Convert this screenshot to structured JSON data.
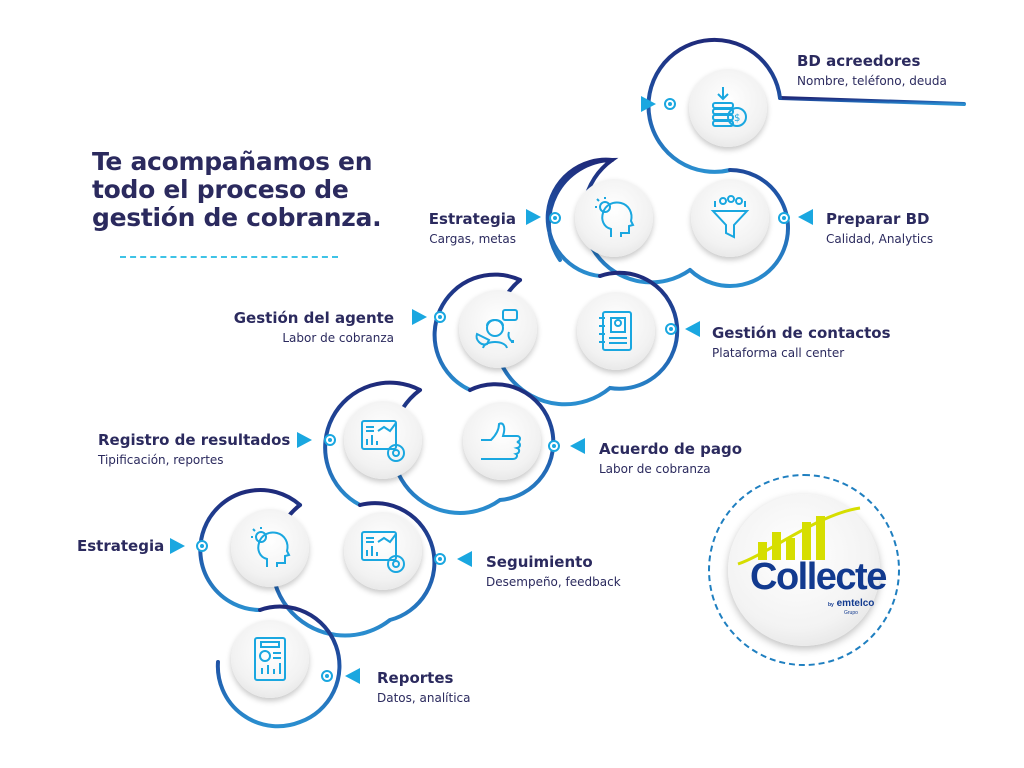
{
  "headline": {
    "line1": "Te acompañamos en",
    "line2": "todo el proceso de",
    "line3": "gestión de cobranza."
  },
  "steps": [
    {
      "id": "bd-acreedores",
      "title": "BD acreedores",
      "subtitle": "Nombre, teléfono, deuda",
      "icon": "database-dollar-icon"
    },
    {
      "id": "preparar-bd",
      "title": "Preparar BD",
      "subtitle": "Calidad, Analytics",
      "icon": "funnel-icon"
    },
    {
      "id": "estrategia-1",
      "title": "Estrategia",
      "subtitle": "Cargas, metas",
      "icon": "head-lightbulb-icon"
    },
    {
      "id": "gestion-agente",
      "title": "Gestión del agente",
      "subtitle": "Labor de cobranza",
      "icon": "agent-headset-icon"
    },
    {
      "id": "gestion-contactos",
      "title": "Gestión de contactos",
      "subtitle": "Plataforma call center",
      "icon": "contact-book-icon"
    },
    {
      "id": "acuerdo-pago",
      "title": "Acuerdo de pago",
      "subtitle": "Labor de cobranza",
      "icon": "thumbs-up-icon"
    },
    {
      "id": "registro-resultados",
      "title": "Registro de resultados",
      "subtitle": "Tipificación, reportes",
      "icon": "analytics-dashboard-icon"
    },
    {
      "id": "estrategia-2",
      "title": "Estrategia",
      "subtitle": "",
      "icon": "head-lightbulb-icon"
    },
    {
      "id": "seguimiento",
      "title": "Seguimiento",
      "subtitle": "Desempeño, feedback",
      "icon": "analytics-dashboard-icon"
    },
    {
      "id": "reportes",
      "title": "Reportes",
      "subtitle": "Datos, analítica",
      "icon": "report-document-icon"
    }
  ],
  "logo": {
    "name": "Collecte",
    "by": "by",
    "brand": "emtelco",
    "sub": "Grupo"
  },
  "colors": {
    "navy": "#2b2a5e",
    "accent_blue": "#1aa7e0",
    "dark_blue": "#1f3e8c",
    "mid_blue": "#2a6db5",
    "logo_yellow": "#d6de00"
  }
}
